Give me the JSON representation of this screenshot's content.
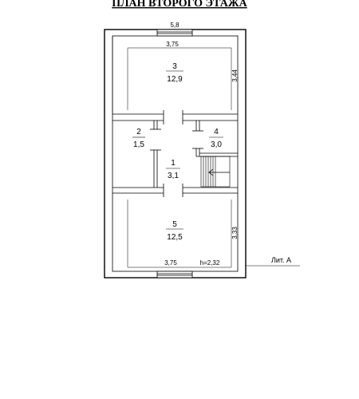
{
  "title": "ПЛАН ВТОРОГО ЭТАЖА",
  "dimensions": {
    "overall_width": "5,8",
    "room3_width": "3,75",
    "room3_depth": "3,44",
    "room5_width": "3,75",
    "room5_depth": "3,33",
    "ceiling_height": "h=2,32"
  },
  "rooms": [
    {
      "number": "3",
      "area": "12,9"
    },
    {
      "number": "2",
      "area": "1,5"
    },
    {
      "number": "4",
      "area": "3,0"
    },
    {
      "number": "1",
      "area": "3,1"
    },
    {
      "number": "5",
      "area": "12,5"
    }
  ],
  "label": "Лит. А"
}
